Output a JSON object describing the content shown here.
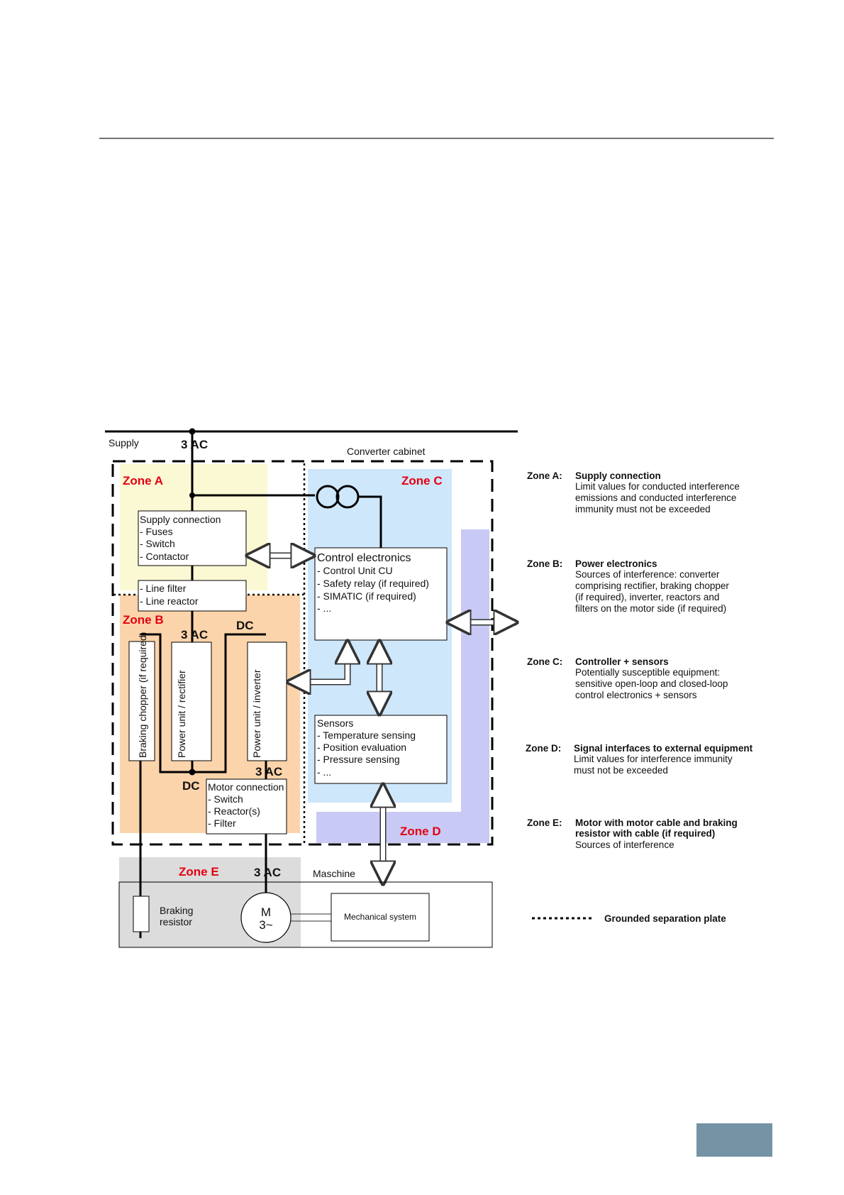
{
  "colors": {
    "zone_label": "#e3000f",
    "zone_a_fill": "#fbf8d4",
    "zone_b_fill": "#fbd4ab",
    "zone_c_fill": "#cfe7fb",
    "zone_d_fill": "#c9c9f5",
    "zone_e_fill": "#dcdcdc",
    "page_tab": "#7593a5"
  },
  "diagram": {
    "supply": "Supply",
    "supply_3ac": "3 AC",
    "converter_cabinet": "Converter cabinet",
    "zone_a": "Zone A",
    "zone_b": "Zone B",
    "zone_c": "Zone C",
    "zone_d": "Zone D",
    "zone_e": "Zone E",
    "supply_box": {
      "title": "Supply connection",
      "items": [
        "- Fuses",
        "- Switch",
        "- Contactor"
      ]
    },
    "filter_box": {
      "items": [
        "- Line filter",
        "- Line reactor"
      ]
    },
    "control_box": {
      "title": "Control electronics",
      "items": [
        "- Control Unit CU",
        "- Safety relay (if required)",
        "- SIMATIC (if required)",
        "- ..."
      ]
    },
    "sensors_box": {
      "title": "Sensors",
      "items": [
        "- Temperature sensing",
        "- Position evaluation",
        "- Pressure sensing",
        "- ..."
      ]
    },
    "braking_chopper": "Braking chopper (if required)",
    "rectifier": "Power unit / rectifier",
    "inverter": "Power unit / inverter",
    "rectifier_3ac": "3 AC",
    "dc_top": "DC",
    "dc_bottom": "DC",
    "inverter_3ac": "3 AC",
    "motor_box": {
      "title": "Motor connection",
      "items": [
        "- Switch",
        "- Reactor(s)",
        "- Filter"
      ]
    },
    "motor_3ac": "3 AC",
    "maschine": "Maschine",
    "braking_resistor": [
      "Braking",
      "resistor"
    ],
    "motor": [
      "M",
      "3~"
    ],
    "mechanical_system": "Mechanical system"
  },
  "legend": [
    {
      "key": "Zone A:",
      "title": "Supply connection",
      "lines": [
        "Limit values for conducted interference",
        "emissions and conducted interference",
        "immunity must not be exceeded"
      ]
    },
    {
      "key": "Zone B:",
      "title": "Power electronics",
      "lines": [
        "Sources of interference: converter",
        "comprising rectifier, braking chopper",
        "(if required), inverter, reactors and",
        "filters on the motor side (if required)"
      ]
    },
    {
      "key": "Zone C:",
      "title": "Controller  + sensors",
      "lines": [
        "Potentially susceptible equipment:",
        "sensitive open-loop and closed-loop",
        "control electronics + sensors"
      ]
    },
    {
      "key": "Zone D:",
      "title": "Signal interfaces to external equipment",
      "lines": [
        "Limit values for interference immunity",
        "must not  be exceeded"
      ]
    },
    {
      "key": "Zone E:",
      "title": "Motor with motor cable and braking",
      "title2": "resistor with cable (if required)",
      "lines": [
        "Sources of interference"
      ]
    }
  ],
  "separation_plate": "Grounded separation plate"
}
